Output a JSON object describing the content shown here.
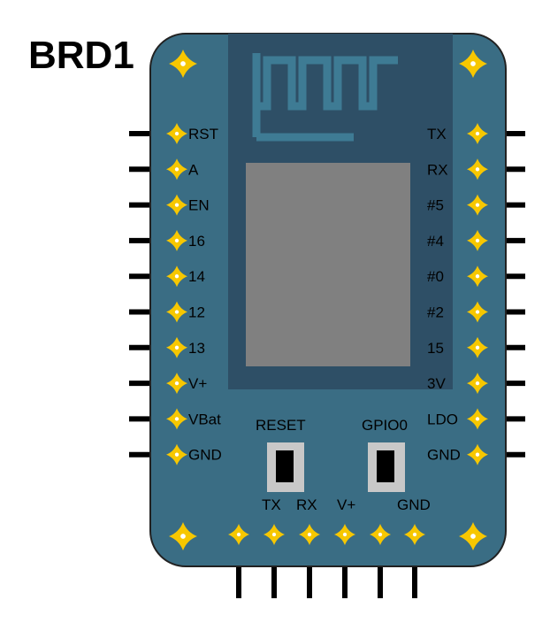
{
  "title": "BRD1",
  "colors": {
    "board": "#3a6d84",
    "board_edge": "#222222",
    "module": "#2e4f66",
    "chip": "#808080",
    "pad": "#f7c700",
    "antenna": "#3e7b94",
    "button_frame": "#c8c8c8",
    "pin": "#000000"
  },
  "left_pins": [
    "RST",
    "A",
    "EN",
    "16",
    "14",
    "12",
    "13",
    "V+",
    "VBat",
    "GND"
  ],
  "right_pins": [
    "TX",
    "RX",
    "#5",
    "#4",
    "#0",
    "#2",
    "15",
    "3V",
    "LDO",
    "GND"
  ],
  "buttons": {
    "reset_label": "RESET",
    "gpio0_label": "GPIO0"
  },
  "bottom_pins": {
    "labels": [
      "TX",
      "RX",
      "V+",
      "GND"
    ]
  },
  "icons": {
    "corner_pad": "four-point-star-icon",
    "pin_pad": "star-pad-icon",
    "antenna": "pcb-antenna-icon"
  }
}
